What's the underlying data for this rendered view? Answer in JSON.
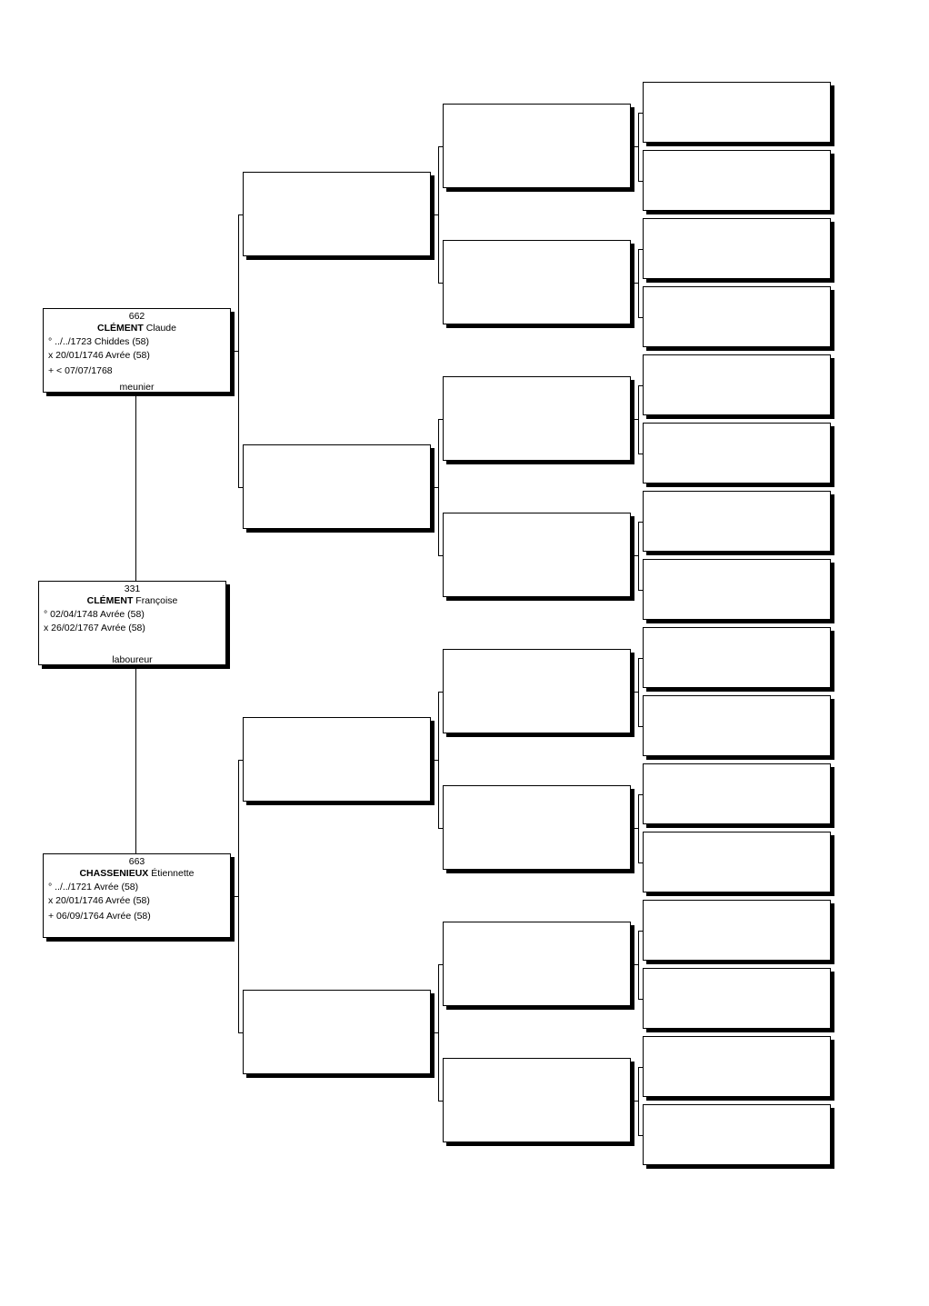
{
  "persons": {
    "p662": {
      "number": "662",
      "surname": "CLÉMENT",
      "given": "Claude",
      "birth": "° ../../1723 Chiddes (58)",
      "marriage": "x 20/01/1746 Avrée (58)",
      "death": "+ < 07/07/1768",
      "occupation": "meunier"
    },
    "p331": {
      "number": "331",
      "surname": "CLÉMENT",
      "given": "Françoise",
      "birth": "° 02/04/1748 Avrée (58)",
      "marriage": "x 26/02/1767 Avrée (58)",
      "occupation": "laboureur"
    },
    "p663": {
      "number": "663",
      "surname": "CHASSENIEUX",
      "given": "Étiennette",
      "birth": "° ../../1721 Avrée (58)",
      "marriage": "x 20/01/1746 Avrée (58)",
      "death": "+ 06/09/1764 Avrée (58)"
    }
  }
}
